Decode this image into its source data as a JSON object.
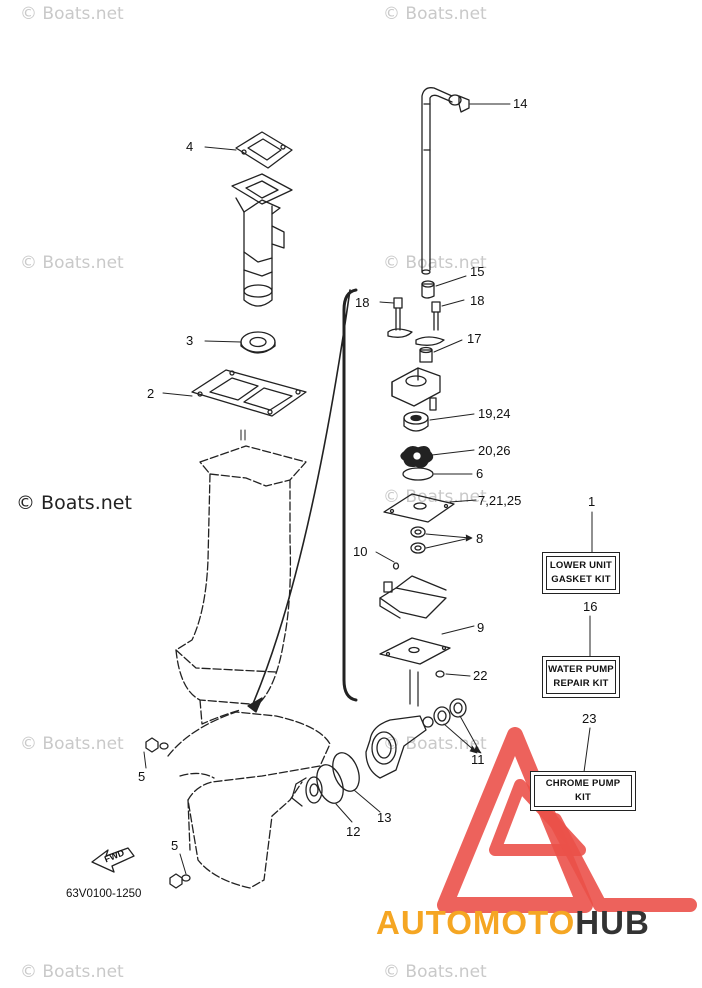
{
  "watermarks": {
    "text": "© Boats.net",
    "big": "© Boats.net"
  },
  "callouts": {
    "c1": "1",
    "c2": "2",
    "c3": "3",
    "c4": "4",
    "c5a": "5",
    "c5b": "5",
    "c6": "6",
    "c7": "7,21,25",
    "c8": "8",
    "c9": "9",
    "c10": "10",
    "c11": "11",
    "c12": "12",
    "c13": "13",
    "c14": "14",
    "c15": "15",
    "c16": "16",
    "c17": "17",
    "c18a": "18",
    "c18b": "18",
    "c19": "19,24",
    "c20": "20,26",
    "c22": "22",
    "c23": "23"
  },
  "kits": {
    "lower_unit": {
      "line1": "LOWER UNIT",
      "line2": "GASKET KIT"
    },
    "water_pump": {
      "line1": "WATER PUMP",
      "line2": "REPAIR KIT"
    },
    "chrome_pump": {
      "line1": "CHROME PUMP",
      "line2": "KIT"
    }
  },
  "fwd_label": "FWD",
  "diagram_code": "63V0100-1250",
  "brand": {
    "part1": "AUTOMOTO",
    "part2": "HUB",
    "color1": "#f5a623",
    "color2": "#333333",
    "logo_color": "#e8332a"
  }
}
